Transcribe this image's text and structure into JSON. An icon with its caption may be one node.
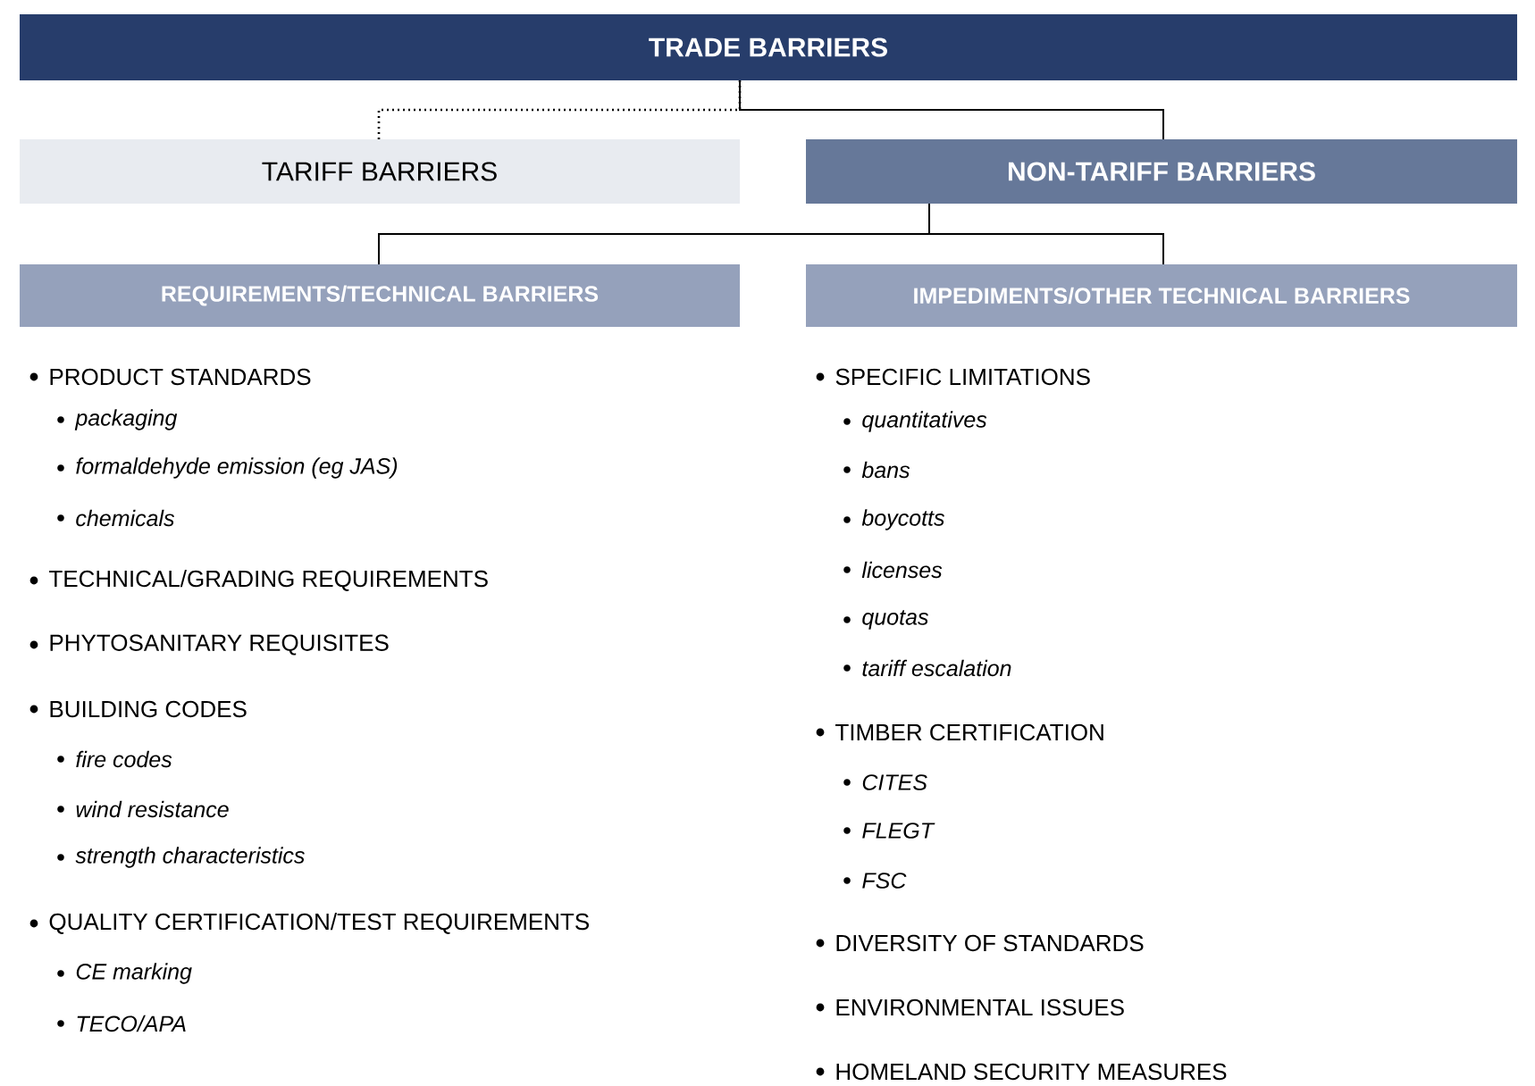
{
  "diagram": {
    "nodes": [
      {
        "text": [
          "TRADE BARRIERS"
        ]
      },
      {
        "text": [
          "TARIFF BARRIERS"
        ]
      },
      {
        "text": [
          "NON-TARIFF BARRIERS"
        ]
      },
      {
        "text": [
          "REQUIREMENTS/TECHNICAL BARRIERS"
        ]
      },
      {
        "text": [
          "IMPEDIMENTS/OTHER TECHNICAL BARRIERS"
        ]
      }
    ],
    "edges": [
      {
        "from": 0,
        "to": 1,
        "arrow": "none",
        "style": "dashed"
      },
      {
        "from": 0,
        "to": 2,
        "arrow": "none"
      },
      {
        "from": 2,
        "to": 3,
        "arrow": "none"
      },
      {
        "from": 2,
        "to": 4,
        "arrow": "none"
      }
    ],
    "labels": [
      "PRODUCT STANDARDS",
      "packaging",
      "formaldehyde emission (eg JAS)",
      "chemicals",
      "TECHNICAL/GRADING REQUIREMENTS",
      "PHYTOSANITARY REQUISITES",
      "BUILDING CODES",
      "fire codes",
      "wind resistance",
      "strength characteristics",
      "QUALITY CERTIFICATION/TEST REQUIREMENTS",
      "CE marking",
      "TECO/APA",
      "SPECIFIC LIMITATIONS",
      "quantitatives",
      "bans",
      "boycotts",
      "licenses",
      "quotas",
      "tariff escalation",
      "TIMBER CERTIFICATION",
      "CITES",
      "FLEGT",
      "FSC",
      "DIVERSITY OF STANDARDS",
      "ENVIRONMENTAL ISSUES",
      "HOMELAND SECURITY MEASURES"
    ]
  }
}
